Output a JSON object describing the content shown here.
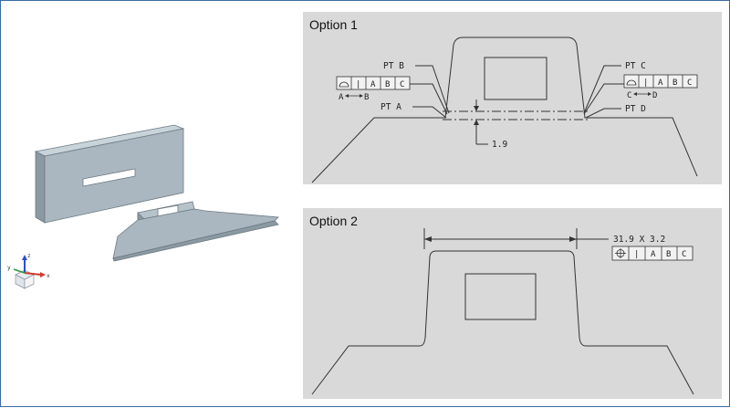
{
  "model_view": {
    "triad": {
      "x_label": "x",
      "y_label": "y",
      "z_label": "z"
    }
  },
  "option1": {
    "title": "Option 1",
    "pt_a": "PT A",
    "pt_b": "PT B",
    "pt_c": "PT C",
    "pt_d": "PT D",
    "dimension": "1.9",
    "fcf_left": {
      "datum_1": "A",
      "datum_2": "B",
      "datum_3": "C",
      "between_from": "A",
      "between_to": "B",
      "separator": "|"
    },
    "fcf_right": {
      "datum_1": "A",
      "datum_2": "B",
      "datum_3": "C",
      "between_from": "C",
      "between_to": "D",
      "separator": "|"
    }
  },
  "option2": {
    "title": "Option 2",
    "dimension": "31.9 X 3.2",
    "fcf": {
      "datum_1": "A",
      "datum_2": "B",
      "datum_3": "C",
      "separator": "|"
    }
  }
}
